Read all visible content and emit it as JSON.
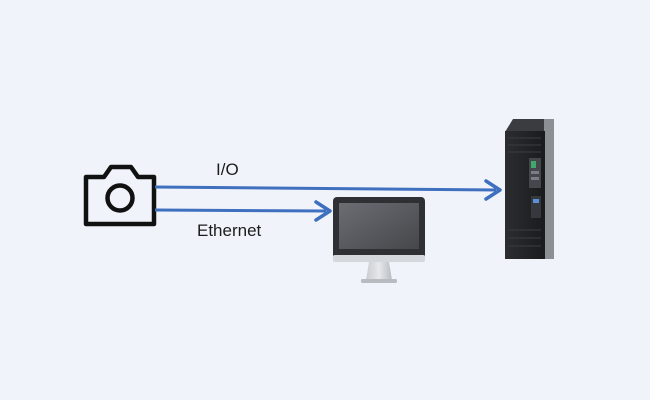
{
  "diagram": {
    "links": [
      {
        "label": "I/O",
        "from": "camera",
        "to": "drive"
      },
      {
        "label": "Ethernet",
        "from": "camera",
        "to": "monitor"
      }
    ],
    "nodes": [
      {
        "id": "camera",
        "icon": "camera-icon"
      },
      {
        "id": "monitor",
        "icon": "monitor-icon"
      },
      {
        "id": "drive",
        "icon": "drive-cabinet-icon"
      }
    ]
  },
  "colors": {
    "background": "#f0f4fa",
    "arrow": "#3f6fbf",
    "icon_stroke": "#111111"
  }
}
